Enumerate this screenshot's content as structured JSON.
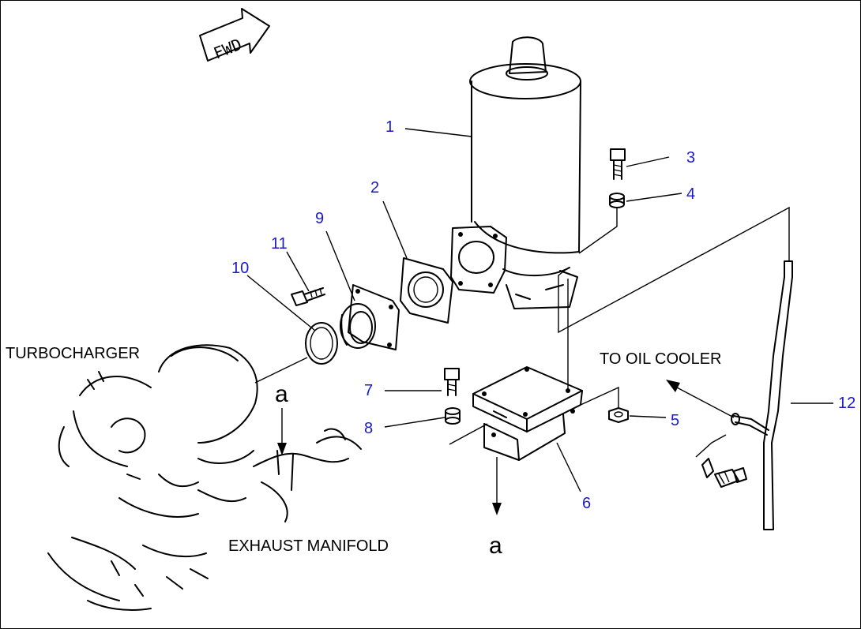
{
  "fwd_label": "FWD",
  "labels": {
    "turbocharger": "TURBOCHARGER",
    "exhaust_manifold": "EXHAUST MANIFOLD",
    "to_oil_cooler": "TO OIL COOLER",
    "connection_a_top": "a",
    "connection_a_bottom": "a"
  },
  "part_numbers": {
    "p1": "1",
    "p2": "2",
    "p3": "3",
    "p4": "4",
    "p5": "5",
    "p6": "6",
    "p7": "7",
    "p8": "8",
    "p9": "9",
    "p10": "10",
    "p11": "11",
    "p12": "12"
  },
  "colors": {
    "part_number": "#1a1acc",
    "line": "#000000"
  }
}
